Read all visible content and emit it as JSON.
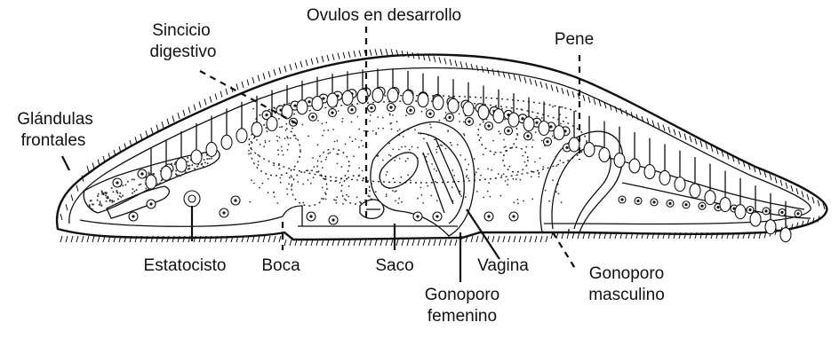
{
  "labels": {
    "ovulos": "Ovulos en desarrollo",
    "sincicio_1": "Sincicio",
    "sincicio_2": "digestivo",
    "pene": "Pene",
    "glandulas_1": "Glándulas",
    "glandulas_2": "frontales",
    "estatocisto": "Estatocisto",
    "boca": "Boca",
    "saco": "Saco",
    "vagina": "Vagina",
    "gonoporo_masc_1": "Gonoporo",
    "gonoporo_masc_2": "masculino",
    "gonoporo_fem_1": "Gonoporo",
    "gonoporo_fem_2": "femenino"
  }
}
